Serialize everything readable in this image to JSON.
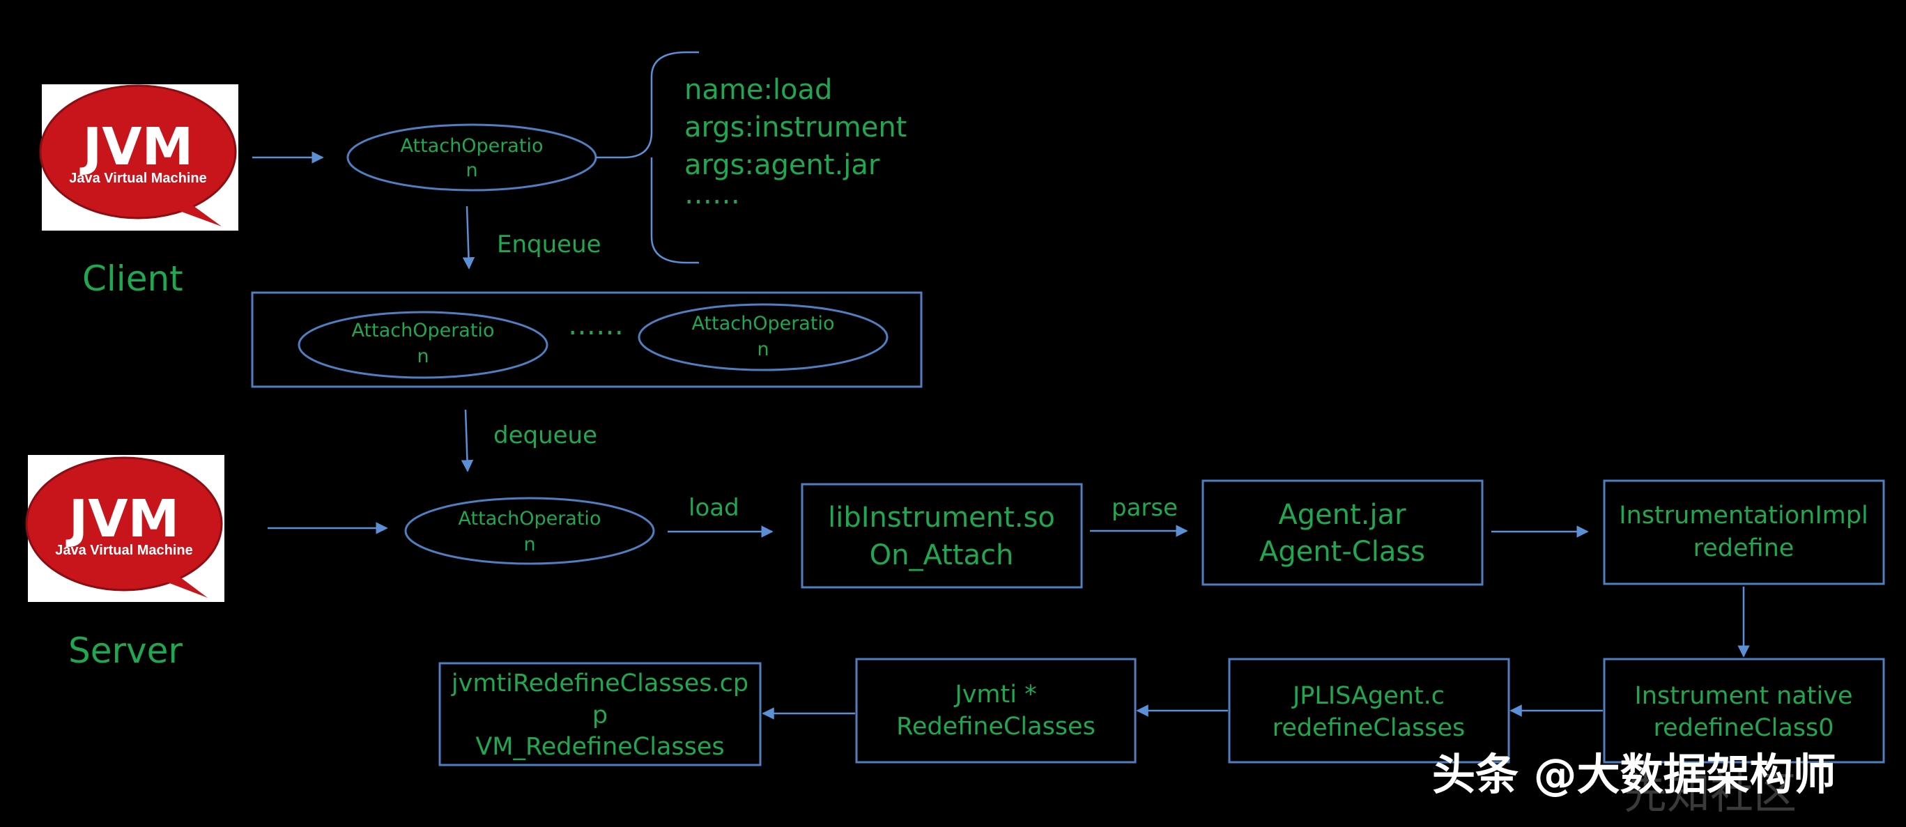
{
  "logos": {
    "client": {
      "title": "JVM",
      "subtitle": "Java Virtual Machine"
    },
    "server": {
      "title": "JVM",
      "subtitle": "Java Virtual Machine"
    }
  },
  "labels": {
    "client": "Client",
    "server": "Server"
  },
  "brace_list": [
    "name:load",
    "args:instrument",
    "args:agent.jar",
    "……"
  ],
  "ovals": {
    "client_op": [
      "AttachOperatio",
      "n"
    ],
    "queue_op1": [
      "AttachOperatio",
      "n"
    ],
    "queue_op2": [
      "AttachOperatio",
      "n"
    ],
    "server_op": [
      "AttachOperatio",
      "n"
    ]
  },
  "queue_ellipsis": "……",
  "arrows": {
    "enqueue": "Enqueue",
    "dequeue": "dequeue",
    "load": "load",
    "parse": "parse"
  },
  "boxes": {
    "libinstrument": [
      "libInstrument.so",
      "On_Attach"
    ],
    "agent": [
      "Agent.jar",
      "Agent-Class"
    ],
    "instrumentation": [
      "InstrumentationImpl",
      "redefine"
    ],
    "instrument_native": [
      "Instrument native",
      "redefineClass0"
    ],
    "jplis": [
      "JPLISAgent.c",
      "redefineClasses"
    ],
    "jvmti": [
      "Jvmti *",
      "RedefineClasses"
    ],
    "jvmti_cpp": [
      "jvmtiRedefineClasses.cp",
      "p",
      "VM_RedefineClasses"
    ]
  },
  "watermark": {
    "text": "头条 @大数据架构师",
    "faint": "先知社区"
  }
}
